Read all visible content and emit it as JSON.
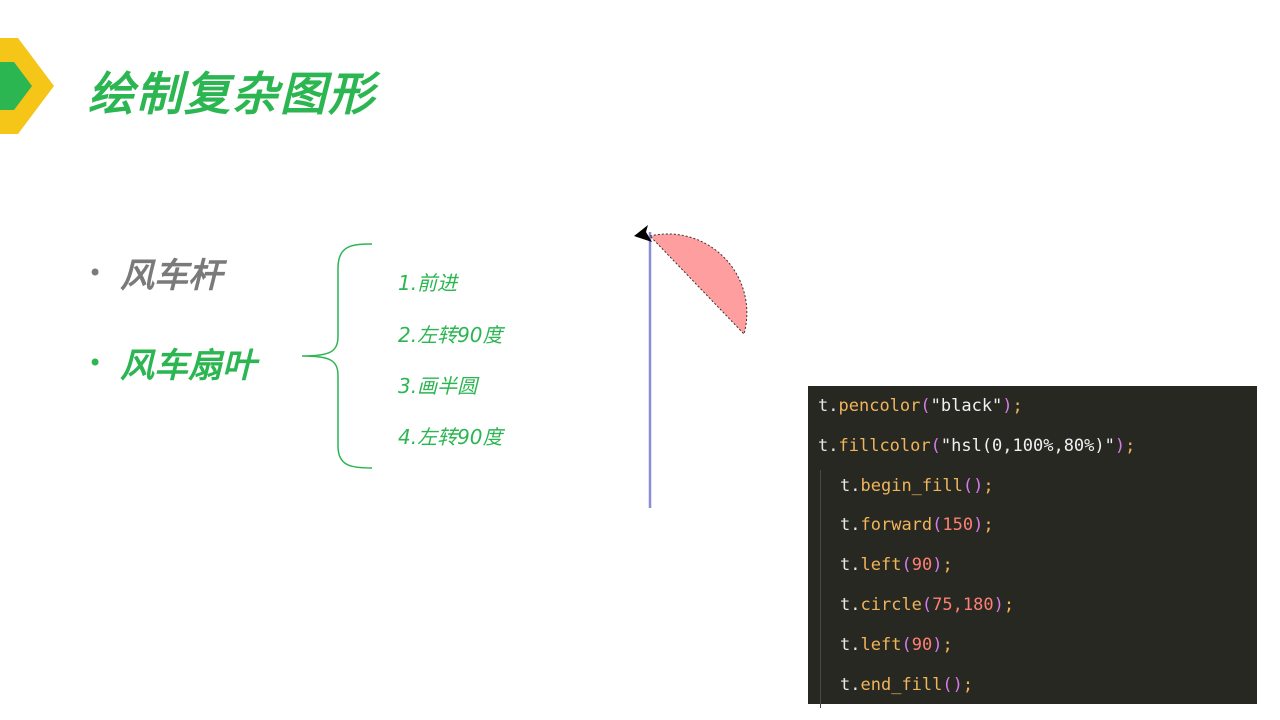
{
  "slide": {
    "title": "绘制复杂图形",
    "accent_color": "#2cb652",
    "corner_colors": [
      "#f5c518",
      "#2cb652"
    ]
  },
  "bullets": [
    {
      "label": "风车杆",
      "color": "#7a7a7a"
    },
    {
      "label": "风车扇叶",
      "color": "#2cb652"
    }
  ],
  "bullet_symbol": "•",
  "steps": [
    "1.前进",
    "2.左转90度",
    "3.画半圆",
    "4.左转90度"
  ],
  "drawing": {
    "pole_color": "#8c8cd8",
    "fill_color": "#ff9e9e",
    "pen_color": "#000000"
  },
  "code": {
    "background": "#272822",
    "lines": [
      {
        "indent": false,
        "obj": "t",
        "dot": ".",
        "fn": "pencolor",
        "open": "(",
        "arg": "\"black\"",
        "arg_type": "str",
        "close": ")",
        "end": ";"
      },
      {
        "indent": false,
        "obj": "t",
        "dot": ".",
        "fn": "fillcolor",
        "open": "(",
        "arg": "\"hsl(0,100%,80%)\"",
        "arg_type": "str",
        "close": ")",
        "end": ";"
      },
      {
        "indent": true,
        "obj": "t",
        "dot": ".",
        "fn": "begin_fill",
        "open": "(",
        "arg": "",
        "arg_type": "none",
        "close": ")",
        "end": ";"
      },
      {
        "indent": true,
        "obj": "t",
        "dot": ".",
        "fn": "forward",
        "open": "(",
        "arg": "150",
        "arg_type": "num",
        "close": ")",
        "end": ";"
      },
      {
        "indent": true,
        "obj": "t",
        "dot": ".",
        "fn": "left",
        "open": "(",
        "arg": "90",
        "arg_type": "num",
        "close": ")",
        "end": ";"
      },
      {
        "indent": true,
        "obj": "t",
        "dot": ".",
        "fn": "circle",
        "open": "(",
        "arg": "75,180",
        "arg_type": "num",
        "close": ")",
        "end": ";"
      },
      {
        "indent": true,
        "obj": "t",
        "dot": ".",
        "fn": "left",
        "open": "(",
        "arg": "90",
        "arg_type": "num",
        "close": ")",
        "end": ";"
      },
      {
        "indent": true,
        "obj": "t",
        "dot": ".",
        "fn": "end_fill",
        "open": "(",
        "arg": "",
        "arg_type": "none",
        "close": ")",
        "end": ";"
      }
    ]
  }
}
